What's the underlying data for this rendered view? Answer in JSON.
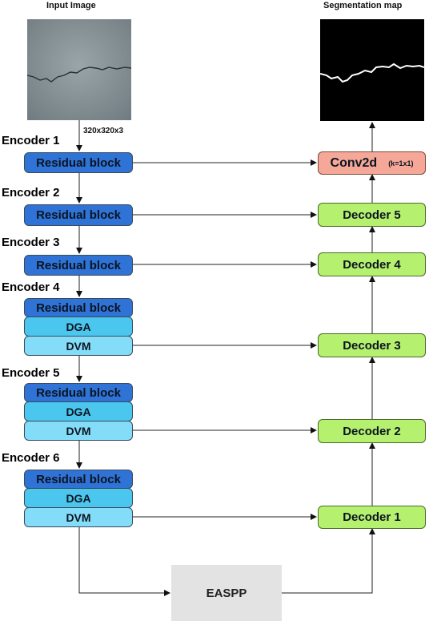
{
  "titles": {
    "input": "Input Image",
    "output": "Segmentation map"
  },
  "input_size": "320x320x3",
  "encoders": [
    {
      "label": "Encoder 1",
      "blocks": [
        "Residual block"
      ]
    },
    {
      "label": "Encoder 2",
      "blocks": [
        "Residual block"
      ]
    },
    {
      "label": "Encoder 3",
      "blocks": [
        "Residual block"
      ]
    },
    {
      "label": "Encoder 4",
      "blocks": [
        "Residual block",
        "DGA",
        "DVM"
      ]
    },
    {
      "label": "Encoder 5",
      "blocks": [
        "Residual block",
        "DGA",
        "DVM"
      ]
    },
    {
      "label": "Encoder 6",
      "blocks": [
        "Residual block",
        "DGA",
        "DVM"
      ]
    }
  ],
  "conv": {
    "label": "Conv2d",
    "kernel": "(k=1x1)"
  },
  "decoders": [
    "Decoder 5",
    "Decoder 4",
    "Decoder 3",
    "Decoder 2",
    "Decoder 1"
  ],
  "easpp": "EASPP",
  "colors": {
    "residual_block": "#2f73d6",
    "dga": "#4bc7ef",
    "dvm": "#84ddf8",
    "decoder": "#b5f06f",
    "conv": "#f5a898",
    "easpp": "#e3e3e3"
  }
}
